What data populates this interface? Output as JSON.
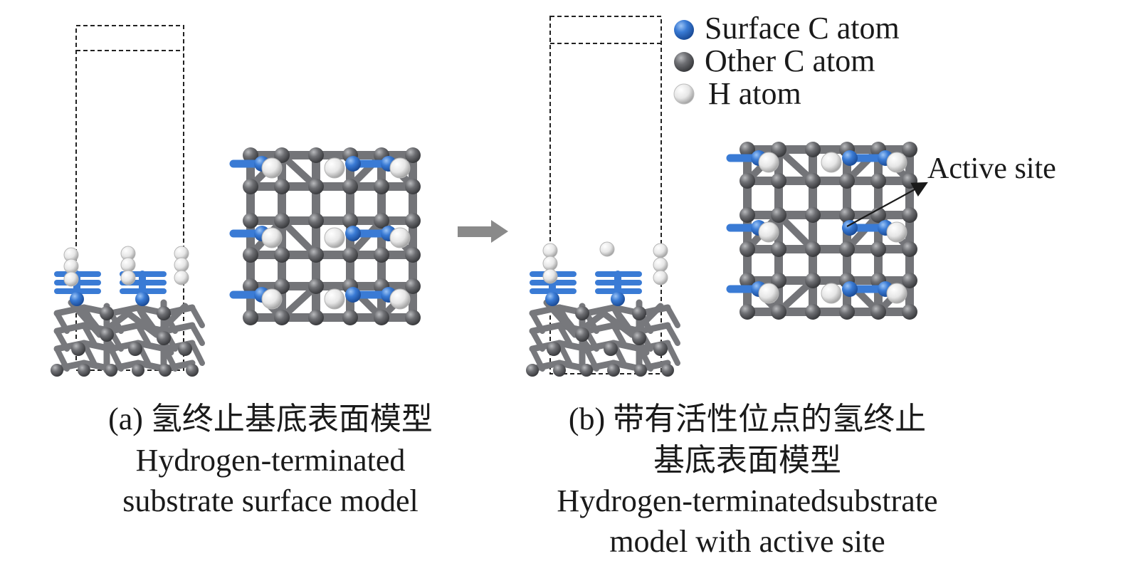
{
  "colors": {
    "surface_c": "#3a7bd5",
    "other_c": "#6e6f73",
    "h_atom": "#f2f2f2",
    "arrow": "#8a8a8a"
  },
  "legend": [
    {
      "label": "Surface C atom",
      "icon": "blue-sphere-icon"
    },
    {
      "label": "Other C atom",
      "icon": "gray-sphere-icon"
    },
    {
      "label": "H atom",
      "icon": "white-sphere-icon"
    }
  ],
  "annotation": {
    "label": "Active site"
  },
  "panel_a": {
    "caption_cn": "(a) 氢终止基底表面模型",
    "caption_en_1": "Hydrogen-terminated",
    "caption_en_2": "substrate surface model"
  },
  "panel_b": {
    "caption_cn_1": "(b) 带有活性位点的氢终止",
    "caption_cn_2": "基底表面模型",
    "caption_en_1": "Hydrogen-terminatedsubstrate",
    "caption_en_2": "model with active site"
  }
}
